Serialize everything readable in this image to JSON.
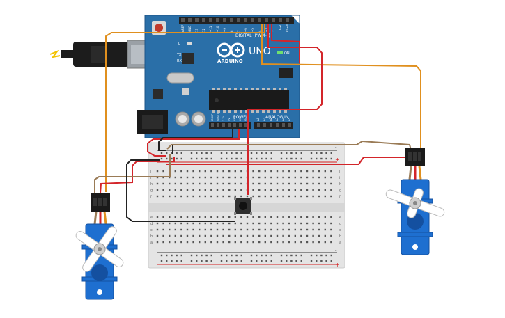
{
  "arduino": {
    "brand": "ARDUINO",
    "model": "UNO",
    "on_label": "ON",
    "digital_label": "DIGITAL (PWM~)",
    "power_label": "POWER",
    "analog_label": "ANALOG IN",
    "led_labels": [
      "L",
      "TX",
      "RX"
    ],
    "digital_pins": [
      "AREF",
      "GND",
      "13",
      "12",
      "~11",
      "~10",
      "~9",
      "8",
      "7",
      "~6",
      "~5",
      "4",
      "~3",
      "2",
      "TX→1",
      "RX←0"
    ],
    "power_pins": [
      "IOREF",
      "RESET",
      "3.3V",
      "5V",
      "GND",
      "GND",
      "Vin"
    ],
    "analog_pins": [
      "A0",
      "A1",
      "A2",
      "A3",
      "A4",
      "A5"
    ],
    "colors": {
      "board": "#2a6fa8",
      "board_dark": "#1f5687",
      "header": "#222222"
    }
  },
  "breadboard": {
    "columns": 30,
    "rows_top": [
      "j",
      "i",
      "h",
      "g",
      "f"
    ],
    "rows_bottom": [
      "e",
      "d",
      "c",
      "b",
      "a"
    ],
    "rail_plus": "+",
    "rail_minus": "-",
    "colors": {
      "body": "#e4e4e4",
      "hole": "#555555",
      "red_rail": "#d32020",
      "black_rail": "#333333"
    }
  },
  "wires": {
    "colors": {
      "red": "#d3252a",
      "black": "#222222",
      "orange": "#e0901f",
      "brown": "#9a7b56"
    }
  },
  "components": {
    "servo_left": "servo-motor",
    "servo_right": "servo-motor",
    "pushbutton": "pushbutton",
    "usb_cable": "usb-cable",
    "power_jack": "barrel-jack"
  }
}
